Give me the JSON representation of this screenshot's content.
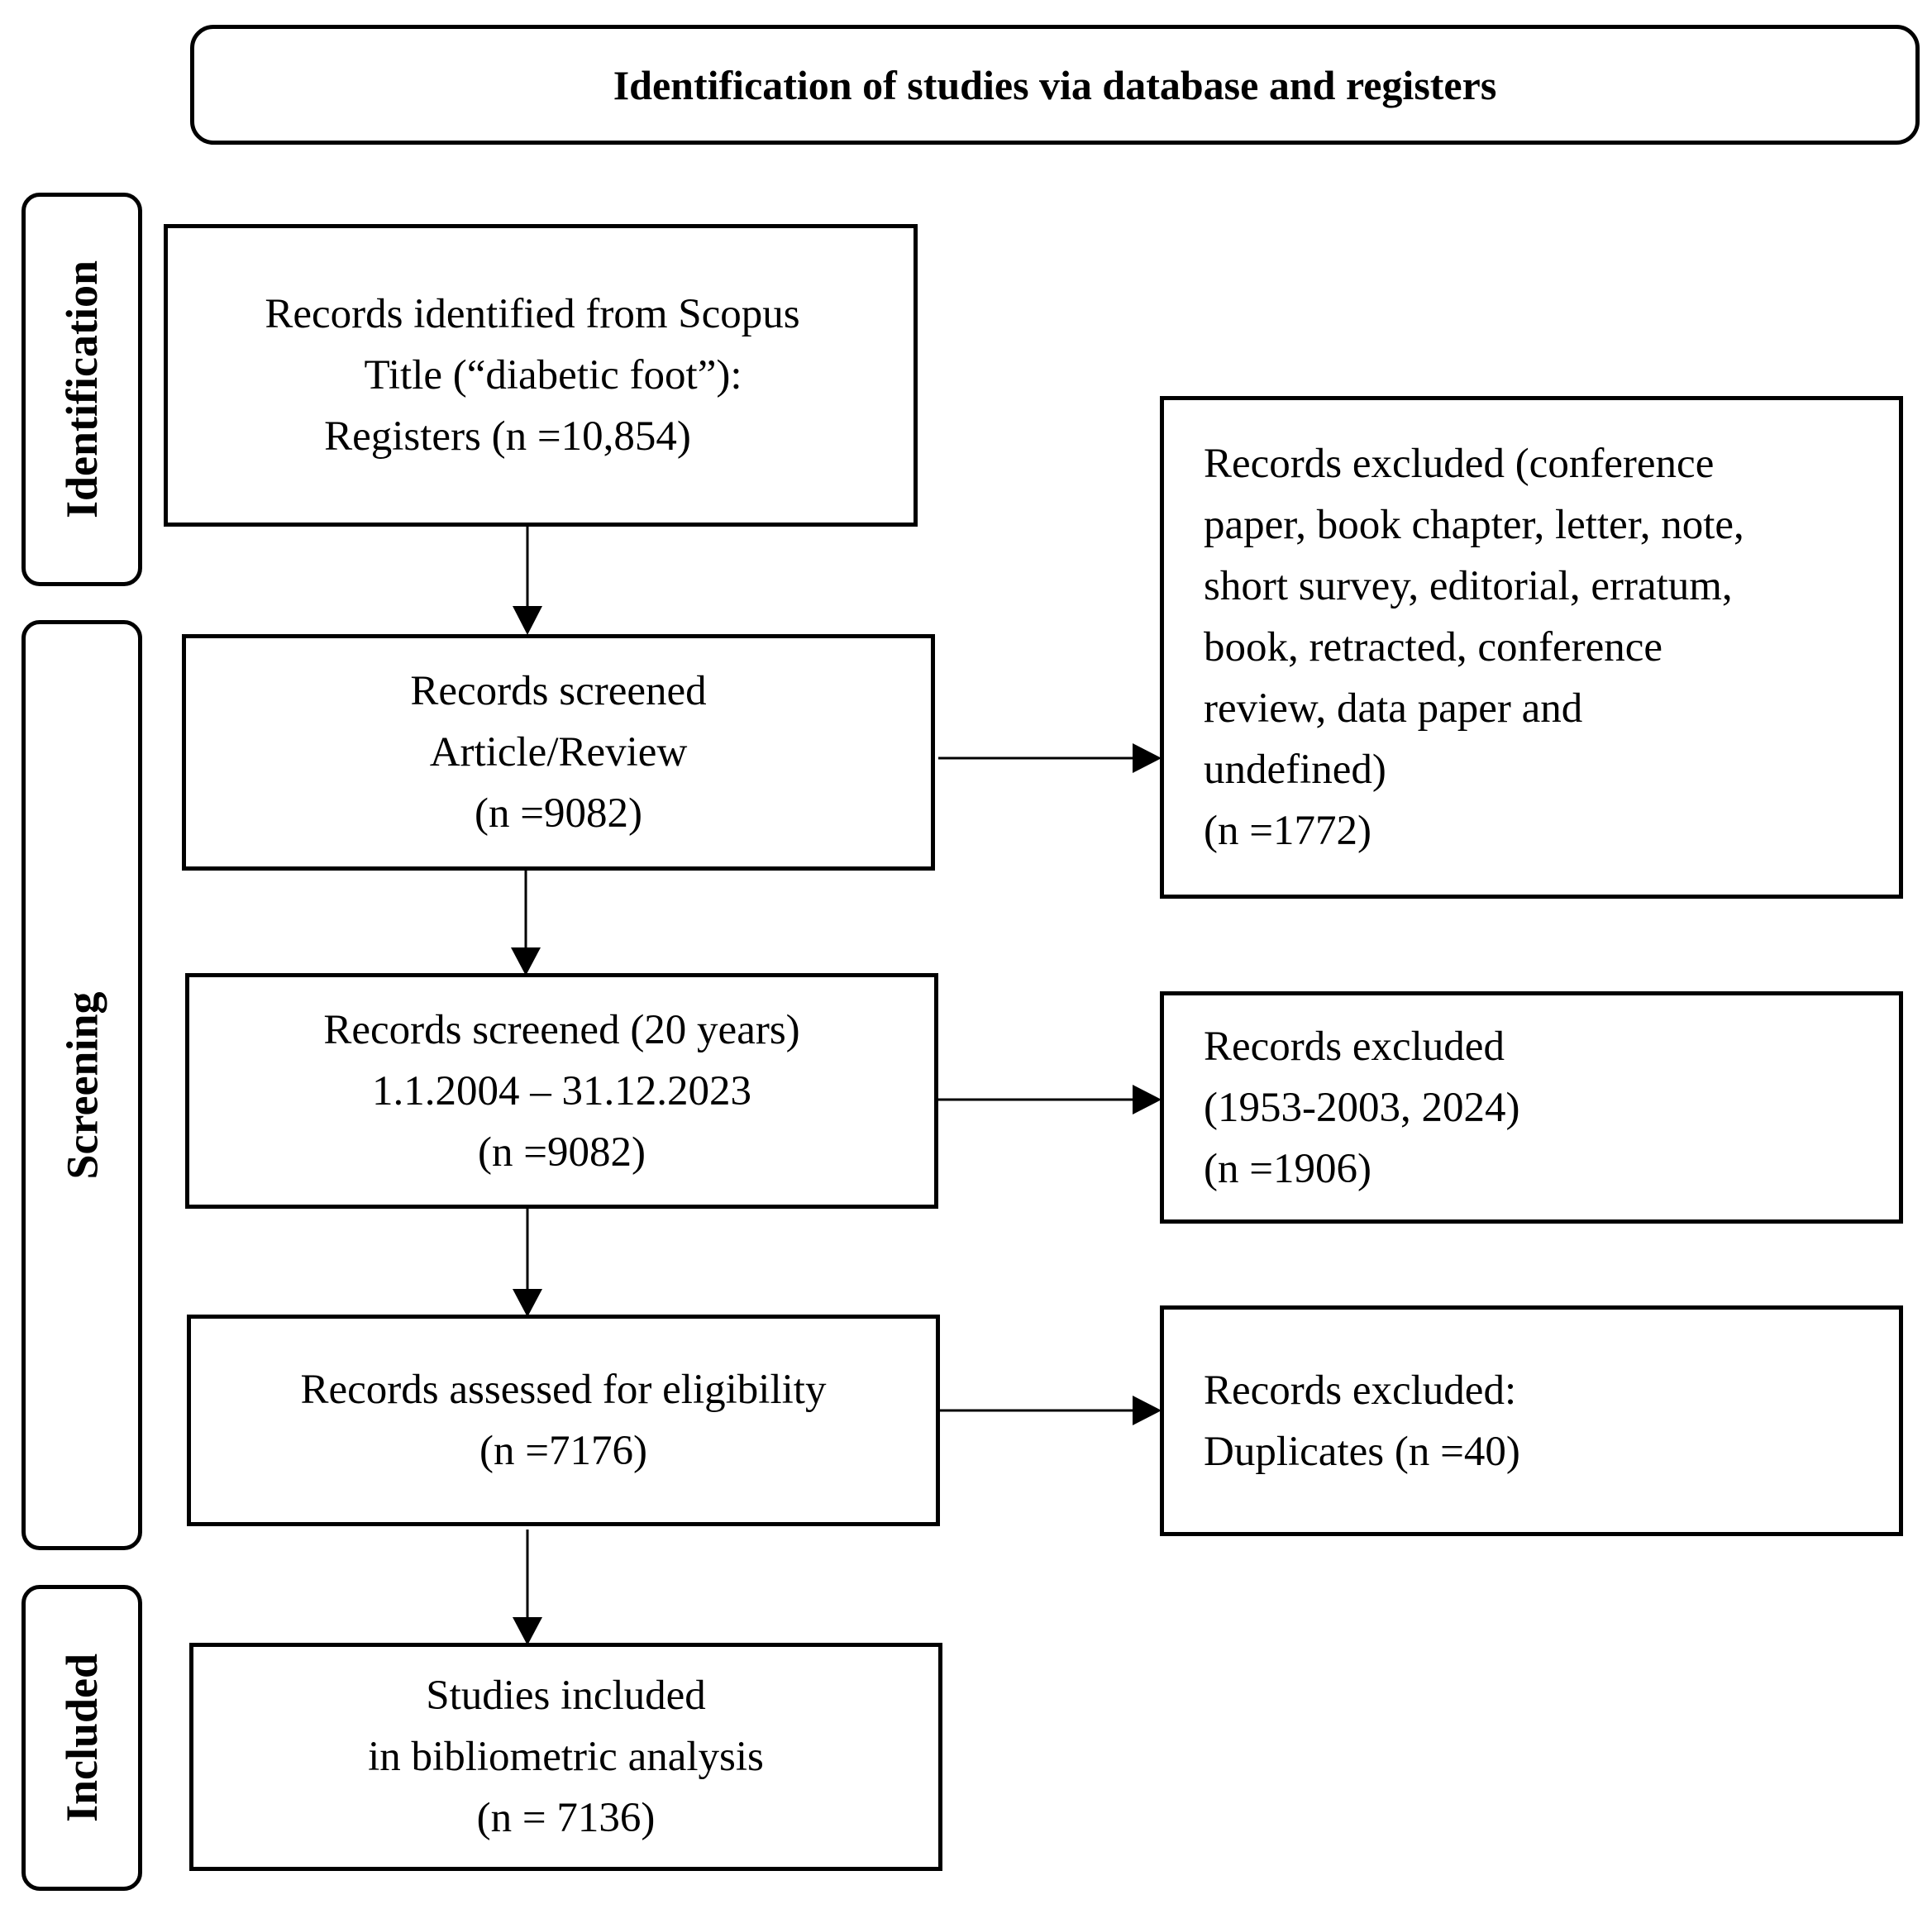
{
  "header": {
    "title": "Identification of studies via database and registers"
  },
  "phases": {
    "identification": "Identification",
    "screening": "Screening",
    "included": "Included"
  },
  "boxes": {
    "identified": [
      "Records identified from Scopus",
      "Title (“diabetic foot”):",
      "Registers (n =10,854)"
    ],
    "screened_type": [
      "Records screened",
      "Article/Review",
      "(n =9082)"
    ],
    "screened_years": [
      "Records screened (20 years)",
      "1.1.2004 – 31.12.2023",
      "(n =9082)"
    ],
    "eligibility": [
      "Records assessed for eligibility",
      "(n =7176)"
    ],
    "included": [
      "Studies included",
      "in bibliometric analysis",
      "(n = 7136)"
    ],
    "excluded_type": [
      "Records excluded (conference",
      "paper, book chapter, letter, note,",
      "short survey, editorial, erratum,",
      "book, retracted, conference",
      "review, data paper and",
      "undefined)",
      "(n =1772)"
    ],
    "excluded_years": [
      "Records excluded",
      "(1953-2003, 2024)",
      "(n =1906)"
    ],
    "excluded_duplicates": [
      "Records excluded:",
      "Duplicates (n =40)"
    ]
  }
}
